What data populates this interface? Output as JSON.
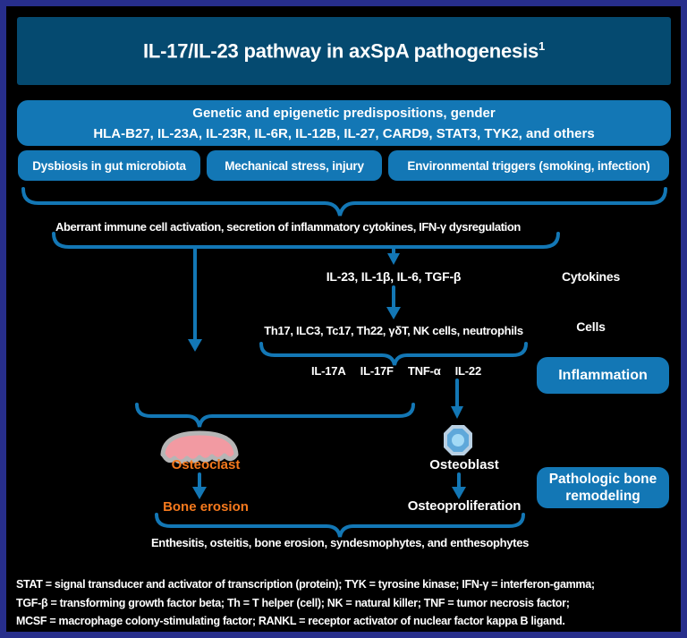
{
  "colors": {
    "frame_border": "#272e8b",
    "background": "#000000",
    "title_box": "#054a70",
    "primary_blue": "#1377b5",
    "text_white": "#ffffff",
    "accent_orange": "#f5791d",
    "osteoclast_pink": "#f29aa2",
    "osteoclast_outline": "#b5b5b5",
    "osteoblast_blue": "#5fa8da"
  },
  "header": {
    "title": "IL-17/IL-23 pathway in axSpA pathogenesis",
    "reference_superscript": "1"
  },
  "predisposition_box": {
    "line1": "Genetic and epigenetic predispositions, gender",
    "line2": "HLA-B27, IL-23A, IL-23R, IL-6R, IL-12B, IL-27, CARD9, STAT3, TYK2, and others"
  },
  "trigger_boxes": [
    {
      "label": "Dysbiosis in gut microbiota"
    },
    {
      "label": "Mechanical stress, injury"
    },
    {
      "label": "Environmental triggers (smoking, infection)"
    }
  ],
  "activation_text": "Aberrant immune cell activation, secretion of inflammatory cytokines, IFN-γ dysregulation",
  "cytokines_row": {
    "value": "IL-23, IL-1β, IL-6, TGF-β",
    "label": "Cytokines"
  },
  "cells_row": {
    "value": "Th17, ILC3, Tc17, Th22, γδT, NK cells, neutrophils",
    "label": "Cells"
  },
  "effector_row": {
    "items": [
      {
        "label": "IL-17A"
      },
      {
        "label": "IL-17F"
      },
      {
        "label": "TNF-α"
      },
      {
        "label": "IL-22"
      }
    ],
    "badge": "Inflammation"
  },
  "bone_pathway": {
    "osteoclast_label": "Osteoclast",
    "osteoclast_outcome": "Bone erosion",
    "osteoblast_label": "Osteoblast",
    "osteoblast_outcome": "Osteoproliferation",
    "badge_line1": "Pathologic bone",
    "badge_line2": "remodeling"
  },
  "outcomes_text": "Enthesitis, osteitis, bone erosion, syndesmophytes, and enthesophytes",
  "footnotes": [
    "STAT = signal transducer and activator of transcription (protein); TYK = tyrosine kinase; IFN-γ = interferon-gamma;",
    "TGF-β = transforming growth factor beta; Th = T helper (cell); NK = natural killer; TNF = tumor necrosis factor;",
    "MCSF = macrophage colony-stimulating factor; RANKL = receptor activator of nuclear factor kappa B ligand."
  ]
}
